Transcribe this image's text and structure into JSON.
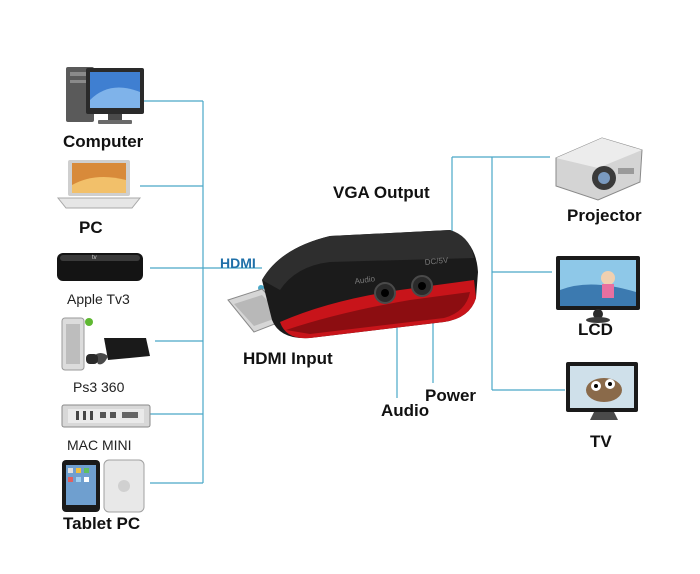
{
  "sources": [
    {
      "label": "Computer",
      "icon": "desktop-computer-icon"
    },
    {
      "label": "PC",
      "icon": "laptop-icon"
    },
    {
      "label": "Apple Tv3",
      "icon": "apple-tv-icon"
    },
    {
      "label": "Ps3 360",
      "icon": "game-console-icon"
    },
    {
      "label": "MAC MINI",
      "icon": "mac-mini-icon"
    },
    {
      "label": "Tablet PC",
      "icon": "tablet-icon"
    }
  ],
  "adapter": {
    "hdmi_tag": "HDMI",
    "hdmi_input": "HDMI Input",
    "vga_output": "VGA Output",
    "audio": "Audio",
    "power": "Power",
    "port_audio_print": "Audio",
    "port_power_print": "DC/5V"
  },
  "outputs": [
    {
      "label": "Projector",
      "icon": "projector-icon"
    },
    {
      "label": "LCD",
      "icon": "lcd-monitor-icon"
    },
    {
      "label": "TV",
      "icon": "tv-icon"
    }
  ],
  "colors": {
    "line": "#4aa8c8",
    "hdmi_tag": "#1e6fa8",
    "adapter_body": "#1b1b1b",
    "adapter_accent": "#c8141a"
  }
}
